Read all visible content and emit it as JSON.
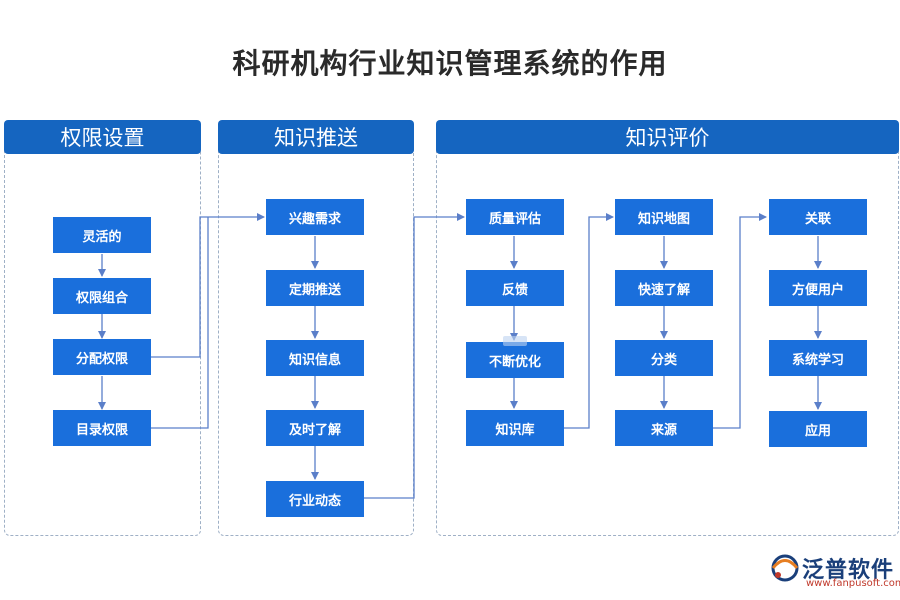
{
  "title": "科研机构行业知识管理系统的作用",
  "panels": [
    {
      "label": "权限设置",
      "nodes": [
        "灵活的",
        "权限组合",
        "分配权限",
        "目录权限"
      ]
    },
    {
      "label": "知识推送",
      "nodes": [
        "兴趣需求",
        "定期推送",
        "知识信息",
        "及时了解",
        "行业动态"
      ]
    },
    {
      "label": "知识评价",
      "nodes": [
        "质量评估",
        "反馈",
        "不断优化",
        "知识库",
        "知识地图",
        "快速了解",
        "分类",
        "来源",
        "关联",
        "方便用户",
        "系统学习",
        "应用"
      ]
    }
  ],
  "colors": {
    "panel_header": "#1565c0",
    "node": "#1a6fdc",
    "arrow": "#5b7fc9",
    "border": "#9fb0c6"
  },
  "logo": {
    "name": "泛普软件",
    "url": "www.fanpusoft.com",
    "icon": "fanpu-logo-icon"
  }
}
